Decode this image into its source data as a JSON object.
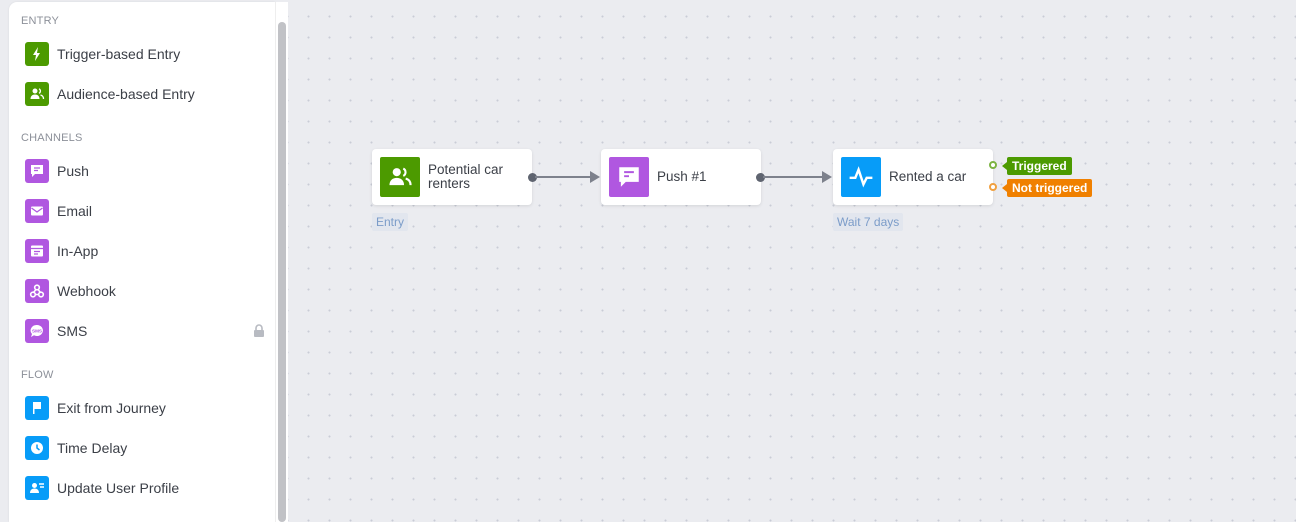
{
  "sidebar": {
    "sections": [
      {
        "title": "ENTRY",
        "items": [
          {
            "label": "Trigger-based Entry",
            "icon": "lightning-icon",
            "color": "#4c9a00"
          },
          {
            "label": "Audience-based Entry",
            "icon": "users-icon",
            "color": "#4c9a00"
          }
        ]
      },
      {
        "title": "CHANNELS",
        "items": [
          {
            "label": "Push",
            "icon": "message-icon",
            "color": "#b057e0"
          },
          {
            "label": "Email",
            "icon": "envelope-icon",
            "color": "#b057e0"
          },
          {
            "label": "In-App",
            "icon": "in-app-icon",
            "color": "#b057e0"
          },
          {
            "label": "Webhook",
            "icon": "webhook-icon",
            "color": "#b057e0"
          },
          {
            "label": "SMS",
            "icon": "sms-icon",
            "color": "#b057e0",
            "locked": true
          }
        ]
      },
      {
        "title": "FLOW",
        "items": [
          {
            "label": "Exit from Journey",
            "icon": "flag-icon",
            "color": "#079cf8"
          },
          {
            "label": "Time Delay",
            "icon": "clock-icon",
            "color": "#079cf8"
          },
          {
            "label": "Update User Profile",
            "icon": "user-profile-icon",
            "color": "#079cf8"
          }
        ]
      }
    ]
  },
  "canvas": {
    "nodes": [
      {
        "label": "Potential car renters",
        "icon": "users-icon",
        "color": "#4c9a00",
        "tag": "Entry"
      },
      {
        "label": "Push #1",
        "icon": "message-icon",
        "color": "#b057e0"
      },
      {
        "label": "Rented a car",
        "icon": "activity-icon",
        "color": "#079cf8",
        "tag": "Wait 7 days"
      }
    ],
    "outputs": [
      {
        "label": "Triggered",
        "color": "#4c9a00"
      },
      {
        "label": "Not triggered",
        "color": "#f08000"
      }
    ]
  }
}
